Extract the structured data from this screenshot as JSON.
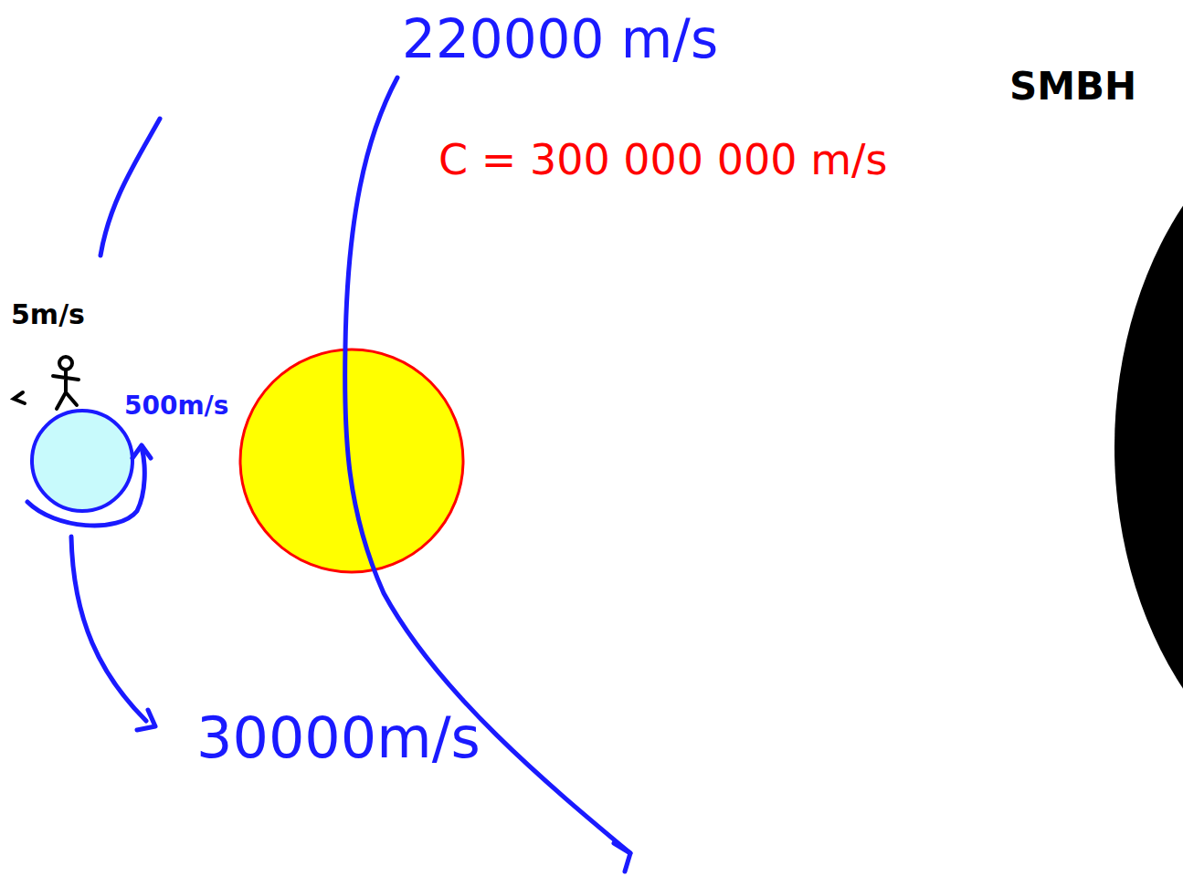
{
  "diagram": {
    "labels": [
      "220000 m/s",
      "C = 300 000 000 m/s",
      "SMBH",
      "5m/s",
      "500m/s",
      "30000m/s"
    ]
  }
}
